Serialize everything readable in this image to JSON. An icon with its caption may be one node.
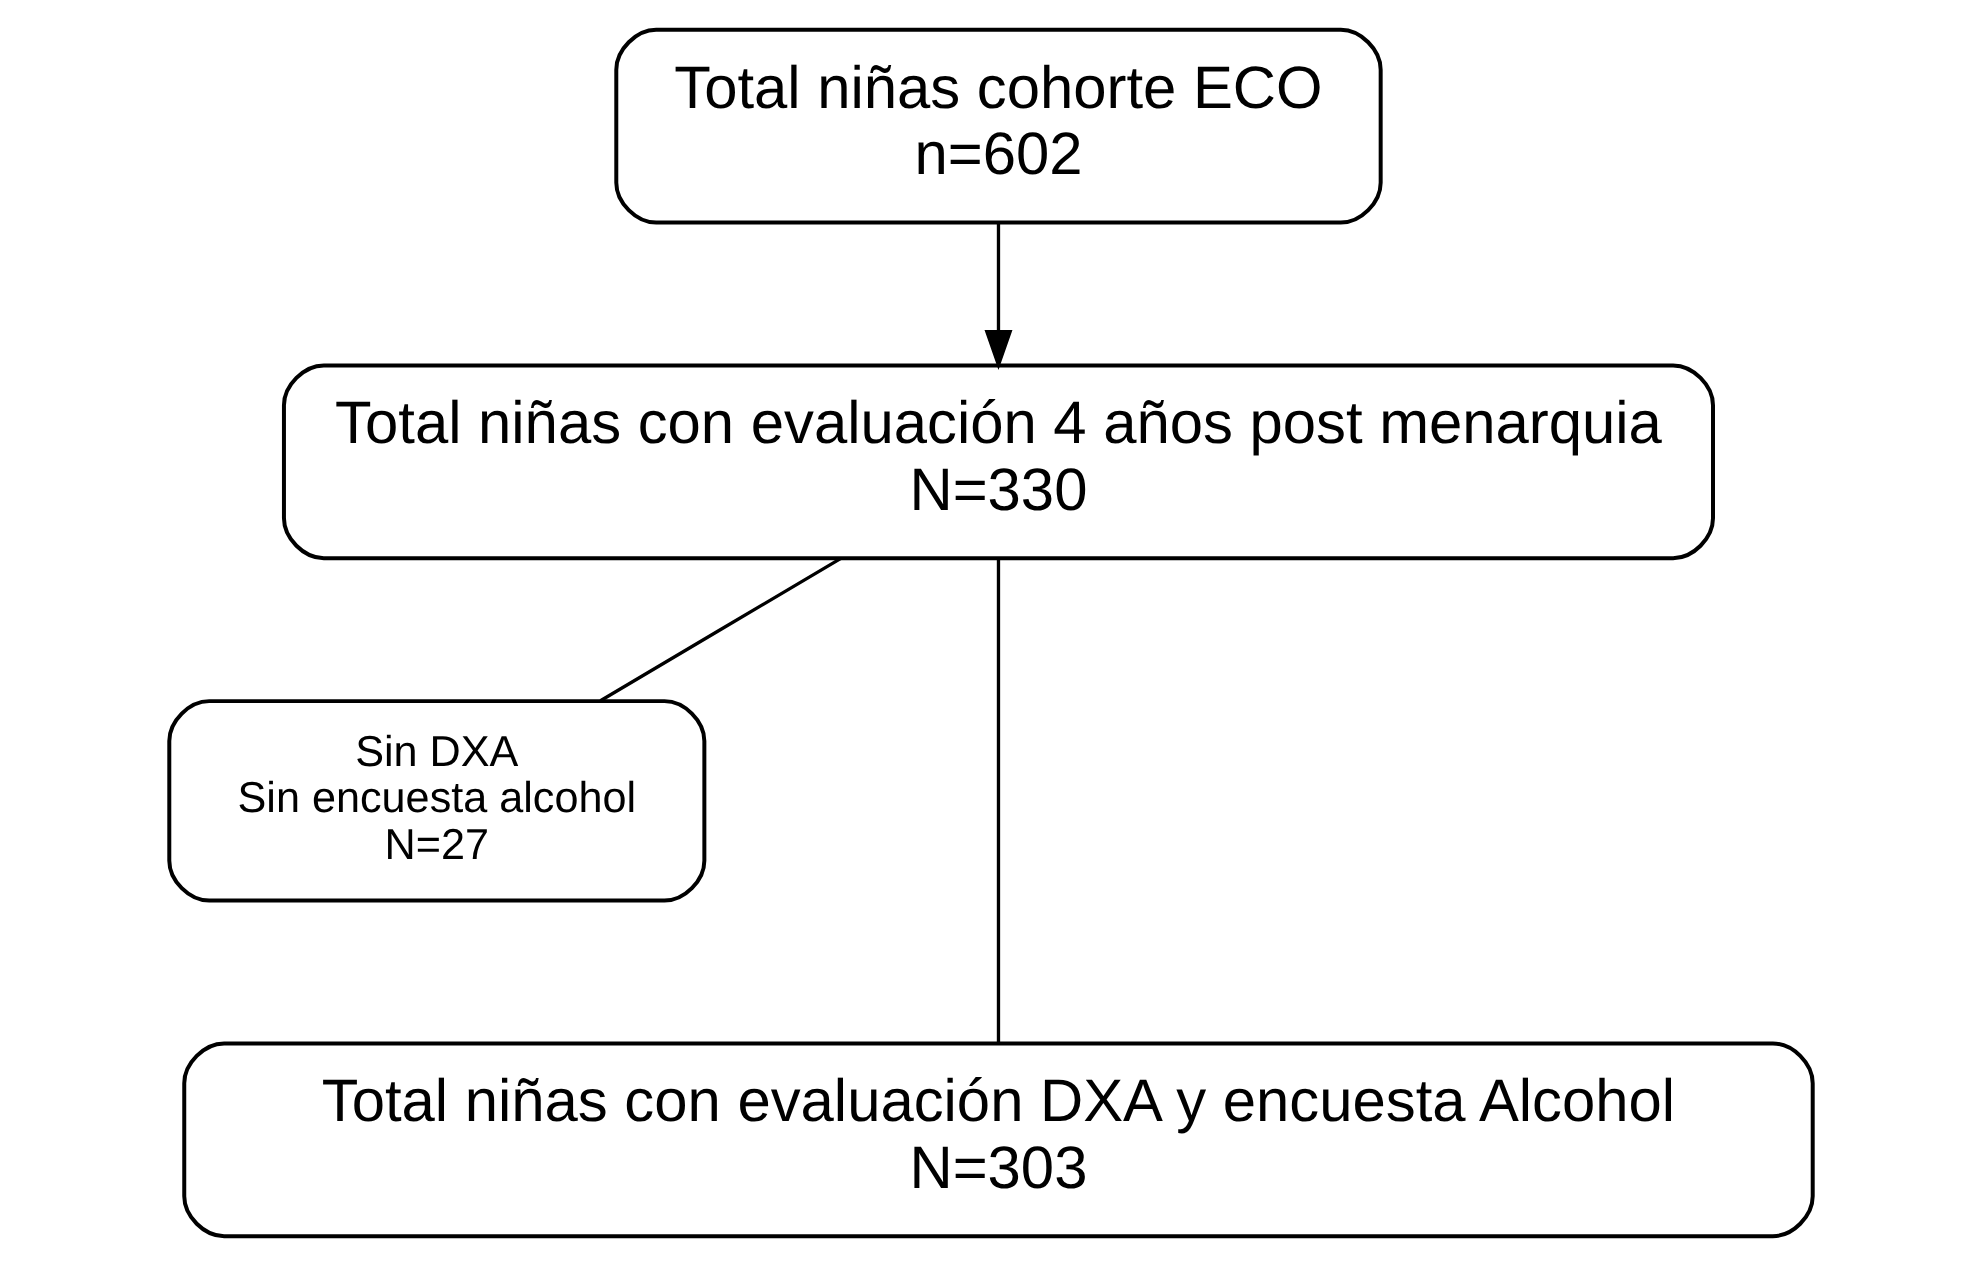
{
  "diagram": {
    "nodes": [
      {
        "text": [
          "Total niñas cohorte ECO",
          "n=602"
        ]
      },
      {
        "text": [
          "Total niñas con evaluación 4 años post menarquia",
          "N=330"
        ]
      },
      {
        "text": [
          "Sin DXA",
          "Sin encuesta alcohol",
          "N=27"
        ]
      },
      {
        "text": [
          "Total niñas con evaluación DXA y encuesta Alcohol",
          "N=303"
        ]
      }
    ],
    "edges": [
      {
        "from": 0,
        "to": 1,
        "arrow": "to"
      },
      {
        "from": 1,
        "to": 2,
        "arrow": "none"
      },
      {
        "from": 1,
        "to": 3,
        "arrow": "none"
      }
    ]
  }
}
